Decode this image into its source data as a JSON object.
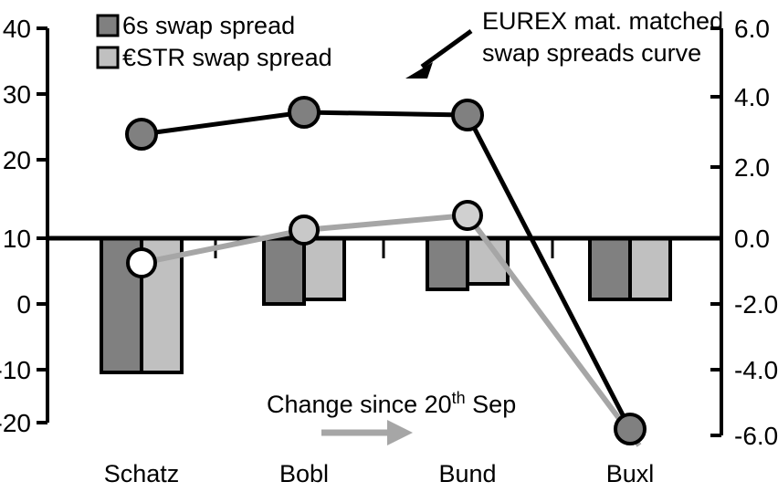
{
  "chart_data": {
    "type": "bar",
    "title": "",
    "subtitle": "",
    "xlabel": "",
    "ylabel": "",
    "categories": [
      "Schatz",
      "Bobl",
      "Bund",
      "Buxl"
    ],
    "grid": false,
    "left_axis": {
      "ticks": [
        "40",
        "30",
        "20",
        "10",
        "0",
        "-10",
        "-20"
      ],
      "values": [
        40,
        30,
        20,
        10,
        0,
        -10,
        -20
      ],
      "ylim": [
        -20,
        40
      ]
    },
    "right_axis": {
      "ticks": [
        "6.0",
        "4.0",
        "2.0",
        "0.0",
        "-2.0",
        "-4.0",
        "-6.0"
      ],
      "values": [
        6.0,
        4.0,
        2.0,
        0.0,
        -2.0,
        -4.0,
        -6.0
      ],
      "ylim": [
        -6.0,
        6.0
      ]
    },
    "bar_series": [
      {
        "name": "6s swap spread",
        "axis": "right",
        "color": "#808080",
        "values": [
          -4.1,
          -2.0,
          -1.55,
          -1.85
        ]
      },
      {
        "name": "€STR swap spread",
        "axis": "right",
        "color": "#c0c0c0",
        "values": [
          -4.1,
          -1.85,
          -1.4,
          -1.85
        ]
      }
    ],
    "line_series": [
      {
        "name": "EUREX mat. matched swap spreads curve",
        "axis": "right",
        "color": "#000000",
        "marker_fill": "#808080",
        "values": [
          3.0,
          3.7,
          3.6,
          -5.6
        ]
      },
      {
        "name": "Change since 20th Sep",
        "axis": "right",
        "color": "#a6a6a6",
        "marker_fill": "#c8c8c8",
        "values": [
          -0.75,
          0.25,
          0.7,
          -6.3
        ]
      }
    ],
    "legend": {
      "position": "top-left",
      "entries": [
        {
          "label": "6s swap spread",
          "color": "#808080"
        },
        {
          "label": "€STR swap spread",
          "color": "#c0c0c0"
        }
      ]
    },
    "annotations": [
      {
        "name": "eurex-curve-annotation",
        "line1": "EUREX mat. matched",
        "line2": "swap spreads curve",
        "arrow": "down-left-arrow"
      },
      {
        "name": "change-since-annotation",
        "text_before": "Change since 20",
        "superscript": "th",
        "text_after": " Sep",
        "arrow": "right-arrow"
      }
    ]
  }
}
